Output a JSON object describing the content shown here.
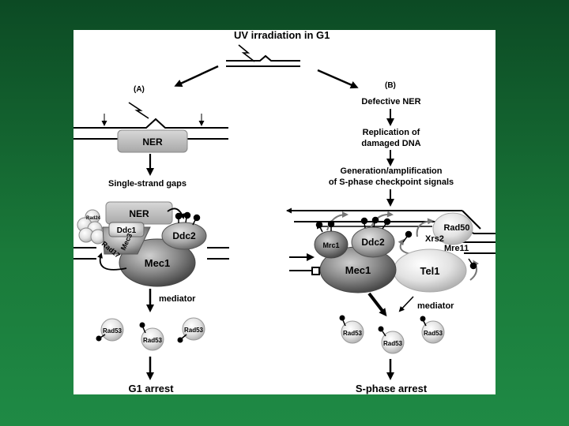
{
  "title": "UV irradiation in G1",
  "left": {
    "label": "(A)",
    "ner": "NER",
    "gaps": "Single-strand gaps",
    "complex": {
      "ner": "NER",
      "rad24": "Rad24",
      "ddc1": "Ddc1",
      "mec3": "Mec3",
      "rad17": "Rad17",
      "ddc2": "Ddc2",
      "mec1": "Mec1"
    },
    "mediator": "mediator",
    "rad53": [
      "Rad53",
      "Rad53",
      "Rad53"
    ],
    "outcome": "G1 arrest"
  },
  "right": {
    "label": "(B)",
    "steps": [
      [
        "Defective NER"
      ],
      [
        "Replication of",
        "damaged DNA"
      ],
      [
        "Generation/amplification",
        "of S-phase checkpoint signals"
      ]
    ],
    "complex": {
      "mrc1": "Mrc1",
      "ddc2": "Ddc2",
      "xrs2": "Xrs2",
      "rad50": "Rad50",
      "mre11": "Mre11",
      "mec1": "Mec1",
      "tel1": "Tel1"
    },
    "mediator": "mediator",
    "rad53": [
      "Rad53",
      "Rad53",
      "Rad53"
    ],
    "outcome": "S-phase arrest"
  },
  "colors": {
    "bg_top": "#0c4a24",
    "bg_bottom": "#1f8a45",
    "panel": "#ffffff"
  }
}
